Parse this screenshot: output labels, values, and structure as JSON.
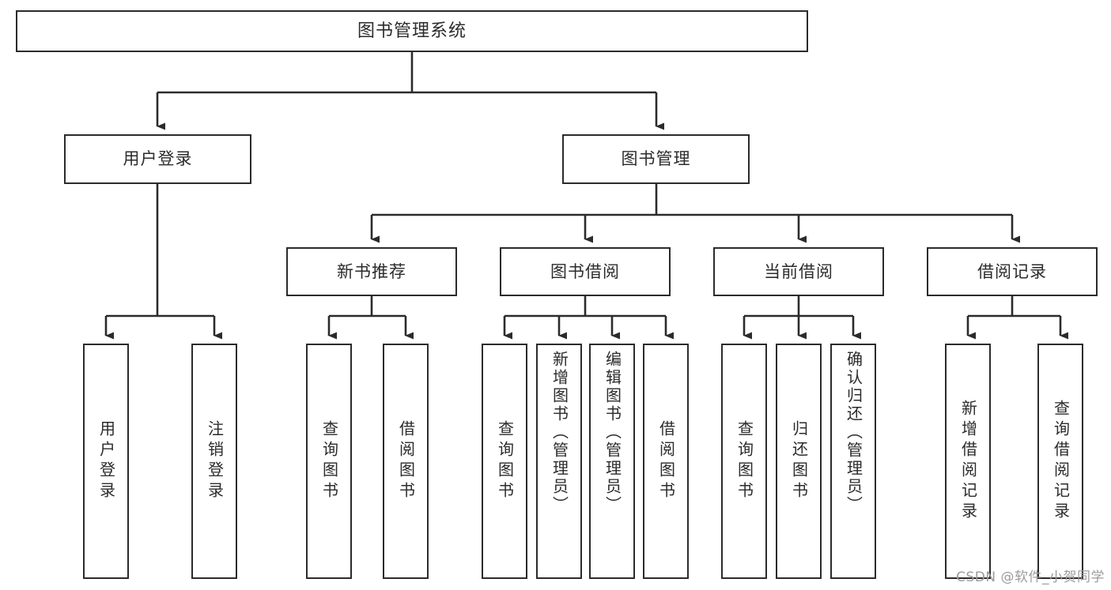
{
  "diagram": {
    "title": "图书管理系统",
    "type": "tree-hierarchy",
    "watermark": "CSDN @软件_小贺同学",
    "root": {
      "id": "root",
      "label": "图书管理系统"
    },
    "level2": [
      {
        "id": "user-login",
        "label": "用户登录"
      },
      {
        "id": "book-manage",
        "label": "图书管理"
      }
    ],
    "level3": [
      {
        "id": "new-book-rec",
        "label": "新书推荐",
        "parent": "book-manage"
      },
      {
        "id": "book-borrow",
        "label": "图书借阅",
        "parent": "book-manage"
      },
      {
        "id": "current-borrow",
        "label": "当前借阅",
        "parent": "book-manage"
      },
      {
        "id": "borrow-record",
        "label": "借阅记录",
        "parent": "book-manage"
      }
    ],
    "leaves": {
      "user-login": [
        {
          "id": "leaf-user-login",
          "label": "用户登录"
        },
        {
          "id": "leaf-user-logout",
          "label": "注销登录"
        }
      ],
      "new-book-rec": [
        {
          "id": "leaf-query-book-1",
          "label": "查询图书"
        },
        {
          "id": "leaf-borrow-book-1",
          "label": "借阅图书"
        }
      ],
      "book-borrow": [
        {
          "id": "leaf-query-book-2",
          "label": "查询图书"
        },
        {
          "id": "leaf-add-book",
          "label": "新增图书（管理员）"
        },
        {
          "id": "leaf-edit-book",
          "label": "编辑图书（管理员）"
        },
        {
          "id": "leaf-borrow-book-2",
          "label": "借阅图书"
        }
      ],
      "current-borrow": [
        {
          "id": "leaf-query-book-3",
          "label": "查询图书"
        },
        {
          "id": "leaf-return-book",
          "label": "归还图书"
        },
        {
          "id": "leaf-confirm-return",
          "label": "确认归还（管理员）"
        }
      ],
      "borrow-record": [
        {
          "id": "leaf-add-record",
          "label": "新增借阅记录"
        },
        {
          "id": "leaf-query-record",
          "label": "查询借阅记录"
        }
      ]
    },
    "colors": {
      "stroke": "#2b2b2b",
      "fill": "#ffffff",
      "text": "#2b2b2b",
      "watermark": "#9c9c9c"
    }
  }
}
